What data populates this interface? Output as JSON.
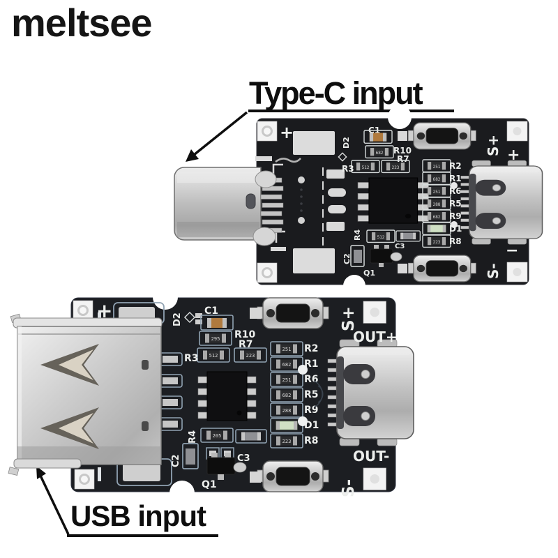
{
  "brand": "meltsee",
  "annotations": {
    "typec": "Type-C input",
    "usb": "USB input"
  },
  "colors": {
    "background": "#ffffff",
    "pcb_dark": "#1a1b1e",
    "pcb_dark2": "#1c1e22",
    "silkscreen": "#eceeec",
    "outline_blue": "#90a2b2",
    "metal": "#c9c9c9",
    "capacitor_orange": "#b07a3e",
    "led_green": "#cfe0c4",
    "gold": "#c8a24a",
    "annotation_text": "#0e0e0e"
  },
  "top_board": {
    "description": "Type-C to Type-C PD decoy trigger board",
    "silkscreen": {
      "plus_tl": "+",
      "c1": "C1",
      "d2": "D2",
      "r10": "R10",
      "r7": "R7",
      "r3": "R3",
      "r4": "R4",
      "c2": "C2",
      "c3": "C3",
      "q1": "Q1",
      "s_plus": "S+",
      "plus": "+",
      "minus": "−",
      "s_minus": "S-",
      "r_col": [
        "R2",
        "R1",
        "R6",
        "R5",
        "R9",
        "D1",
        "R8"
      ]
    },
    "resistor_values": {
      "top_cluster": [
        "682",
        "512",
        "223"
      ],
      "column": [
        "251",
        "682",
        "251",
        "288",
        "682",
        "",
        "223"
      ],
      "bottom": [
        "512"
      ]
    }
  },
  "bottom_board": {
    "description": "USB-A to Type-C PD decoy trigger board",
    "silkscreen": {
      "plus_tl": "+",
      "c1": "C1",
      "d2": "D2",
      "r10": "R10",
      "r7": "R7",
      "r3": "R3",
      "r4": "R4",
      "c2": "C2",
      "c3": "C3",
      "q1": "Q1",
      "s_plus": "S+",
      "out_plus": "OUT+",
      "out_minus": "OUT-",
      "s_minus": "S-",
      "r_col": [
        "R2",
        "R1",
        "R6",
        "R5",
        "R9",
        "D1",
        "R8"
      ]
    },
    "resistor_values": {
      "top_cluster": [
        "295",
        "512",
        "223"
      ],
      "column": [
        "251",
        "682",
        "251",
        "682",
        "288",
        "",
        "223"
      ],
      "bottom": [
        "205"
      ]
    }
  }
}
